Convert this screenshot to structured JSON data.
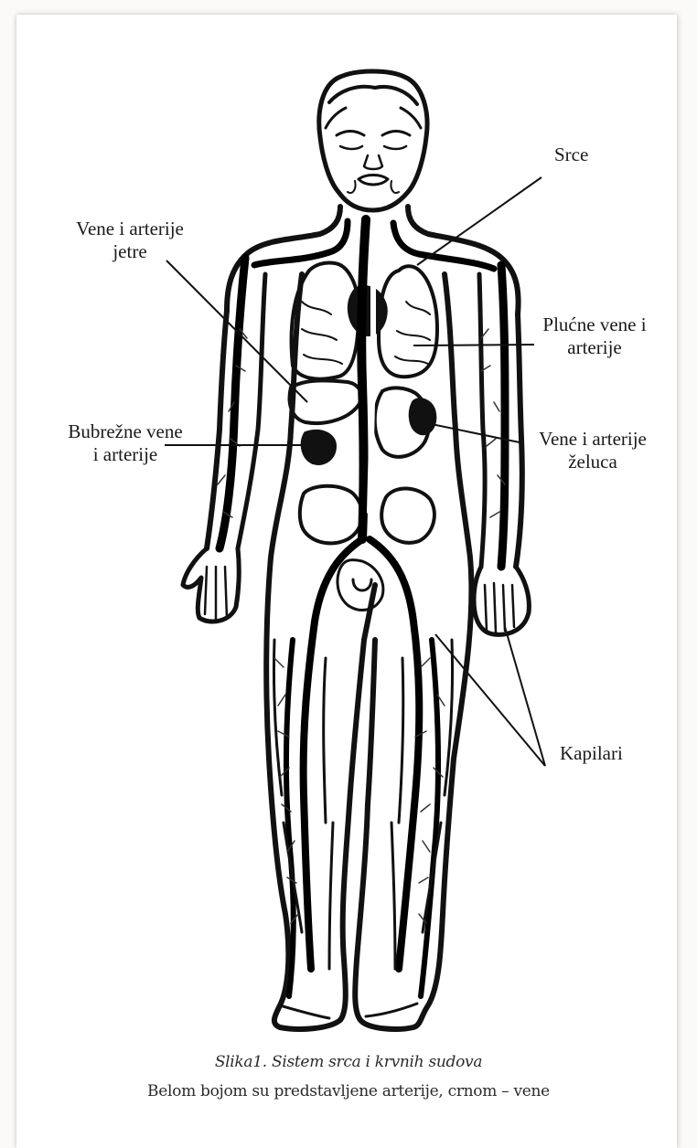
{
  "labels": {
    "srce": "Srce",
    "jetra_line1": "Vene i arterije",
    "jetra_line2": "jetre",
    "pluca_line1": "Plućne vene  i",
    "pluca_line2": "arterije",
    "bubreg_line1": "Bubrežne vene",
    "bubreg_line2": "i arterije",
    "zeluc_line1": "Vene i arterije",
    "zeluc_line2": "želuca",
    "kapilari": "Kapilari"
  },
  "caption": {
    "title": "Slika1. Sistem srca i krvnih sudova",
    "subtitle": "Belom bojom su predstavljene arterije, crnom – vene"
  }
}
